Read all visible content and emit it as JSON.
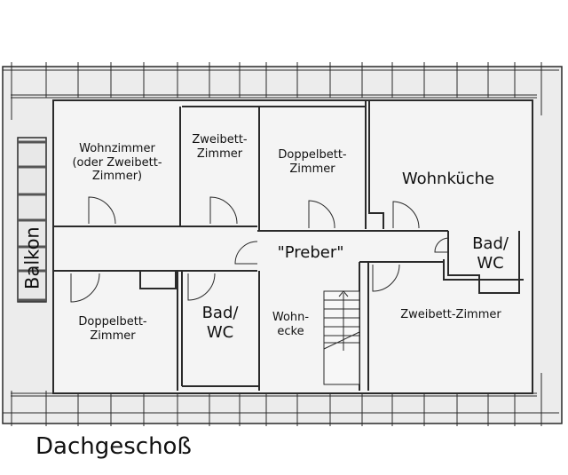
{
  "plan": {
    "title": "Dachgeschoß",
    "background": "#ffffff",
    "roof_fill": "#ececec",
    "floor_fill": "#f4f4f4",
    "line_color": "#2a2a2a"
  },
  "rooms": {
    "wohnzimmer": {
      "line1": "Wohnzimmer",
      "line2": "(oder Zweibett-",
      "line3": "Zimmer)"
    },
    "zweibett_top": {
      "line1": "Zweibett-",
      "line2": "Zimmer"
    },
    "doppelbett_top": {
      "line1": "Doppelbett-",
      "line2": "Zimmer"
    },
    "wohnkueche": {
      "label": "Wohnküche"
    },
    "corridor": {
      "label": "\"Preber\""
    },
    "bad_right": {
      "line1": "Bad/",
      "line2": "WC"
    },
    "balkon": {
      "label": "Balkon"
    },
    "doppelbett_bottom": {
      "line1": "Doppelbett-",
      "line2": "Zimmer"
    },
    "bad_center": {
      "line1": "Bad/",
      "line2": "WC"
    },
    "wohnecke": {
      "line1": "Wohn-",
      "line2": "ecke"
    },
    "zweibett_bottom": {
      "label": "Zweibett-Zimmer"
    }
  }
}
